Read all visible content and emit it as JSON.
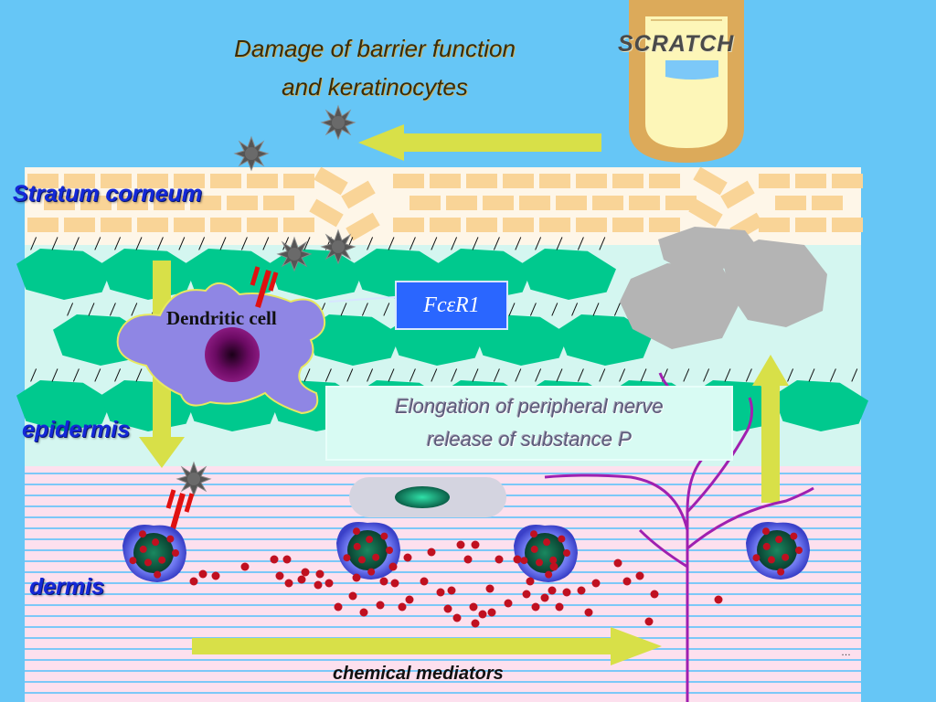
{
  "title": {
    "line1": "Damage of barrier function",
    "line2": "and keratinocytes"
  },
  "scratch_label": "SCRATCH",
  "layers": {
    "stratum_corneum": "Stratum corneum",
    "epidermis": "epidermis",
    "dermis": "dermis"
  },
  "dendritic_cell_label": "Dendritic cell",
  "receptor_label": "FcεR1",
  "nerve_box": {
    "line1": "Elongation of peripheral nerve",
    "line2": "release of substance P"
  },
  "mediator_label": "chemical mediators",
  "footnote": "…",
  "colors": {
    "background": "#66c6f6",
    "corneum": "#fef6e8",
    "corneum_brick": "#f9d497",
    "keratinocyte": "#00c98e",
    "damaged_keratinocyte": "#b4b4b4",
    "dermis": "#fde0ee",
    "dermis_stripe": "#7cc8f8",
    "dendritic_cell": "#8f86e4",
    "arrow": "#d8e048",
    "nerve": "#a020b0",
    "mast_granule": "#c01020",
    "receptor": "#2a66ff"
  }
}
